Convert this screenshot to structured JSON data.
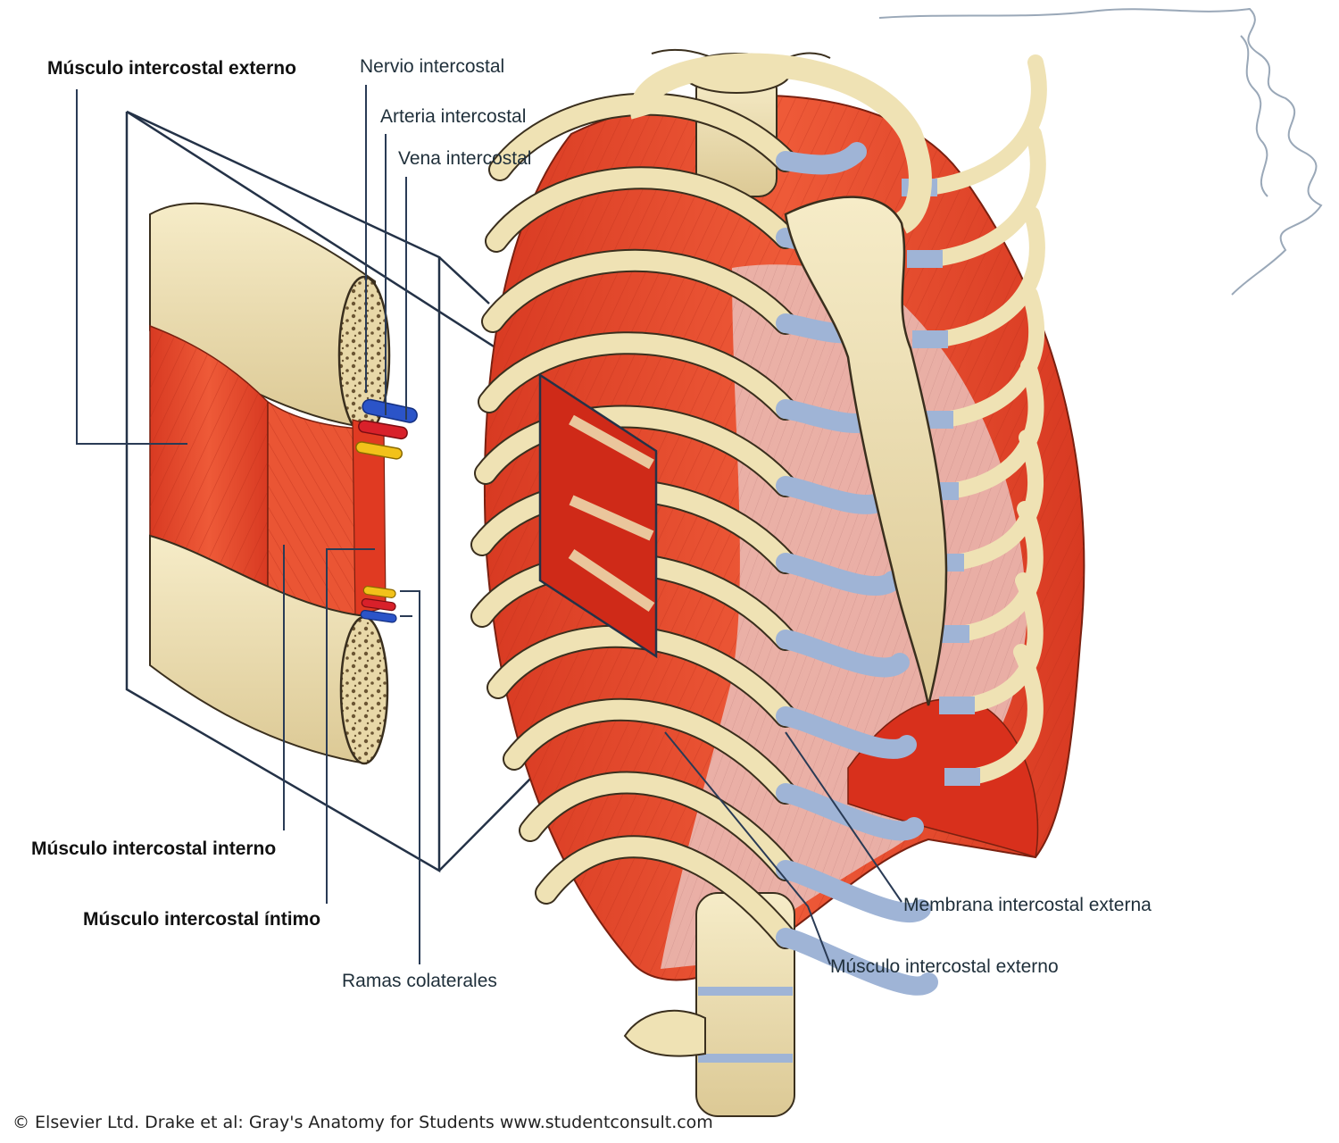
{
  "labels": {
    "musculo_intercostal_externo_top": "Músculo intercostal externo",
    "nervio_intercostal": "Nervio intercostal",
    "arteria_intercostal": "Arteria intercostal",
    "vena_intercostal": "Vena intercostal",
    "musculo_intercostal_interno": "Músculo intercostal interno",
    "musculo_intercostal_intimo": "Músculo intercostal íntimo",
    "ramas_colaterales": "Ramas colaterales",
    "membrana_intercostal_externa": "Membrana intercostal externa",
    "musculo_intercostal_externo_bottom": "Músculo intercostal externo"
  },
  "credit": "© Elsevier Ltd. Drake et al: Gray's Anatomy for Students www.studentconsult.com",
  "colors": {
    "muscle": "#e8482c",
    "muscle_dark": "#c8321e",
    "bone": "#efe2b4",
    "bone_shade": "#d9c58c",
    "cartilage": "#9fb4d6",
    "membrane": "#e9b7b0",
    "nerve": "#f2c21a",
    "artery": "#d8202a",
    "vein": "#2b54c8",
    "leader": "#2a3b55"
  }
}
